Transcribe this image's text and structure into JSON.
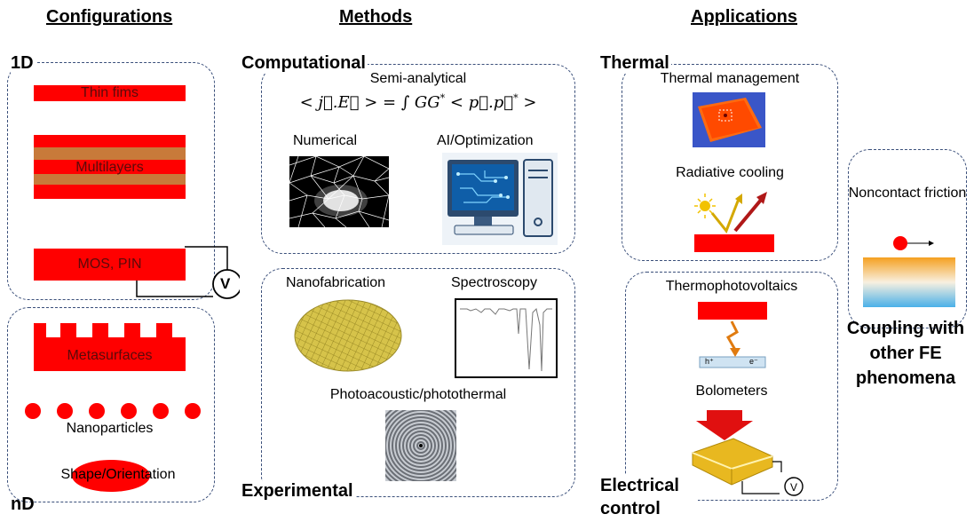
{
  "headers": {
    "configurations": "Configurations",
    "methods": "Methods",
    "applications": "Applications"
  },
  "configurations": {
    "label_1d": "1D",
    "label_nd": "nD",
    "thin_films": "Thin fims",
    "multilayers": "Multilayers",
    "mos_pin": "MOS, PIN",
    "voltmeter": "V",
    "metasurfaces": "Metasurfaces",
    "nanoparticles": "Nanoparticles",
    "shape_orientation": "Shape/Orientation"
  },
  "methods": {
    "computational": "Computational",
    "semi_analytical": "Semi-analytical",
    "numerical": "Numerical",
    "ai_optimization": "AI/Optimization",
    "experimental": "Experimental",
    "nanofabrication": "Nanofabrication",
    "spectroscopy": "Spectroscopy",
    "photoacoustic": "Photoacoustic/photothermal"
  },
  "applications": {
    "thermal": "Thermal",
    "thermal_management": "Thermal management",
    "radiative_cooling": "Radiative cooling",
    "electrical_control": "Electrical control",
    "thermophotovoltaics": "Thermophotovoltaics",
    "electron_label": "e⁻",
    "hole_label": "h⁺",
    "bolometers": "Bolometers",
    "voltmeter": "V",
    "noncontact_friction": "Noncontact friction",
    "coupling": "Coupling with other FE phenomena"
  },
  "colors": {
    "red": "#ff0000",
    "box_border": "#3a4f7a",
    "gold": "#e8c020",
    "orange": "#e07b10"
  }
}
